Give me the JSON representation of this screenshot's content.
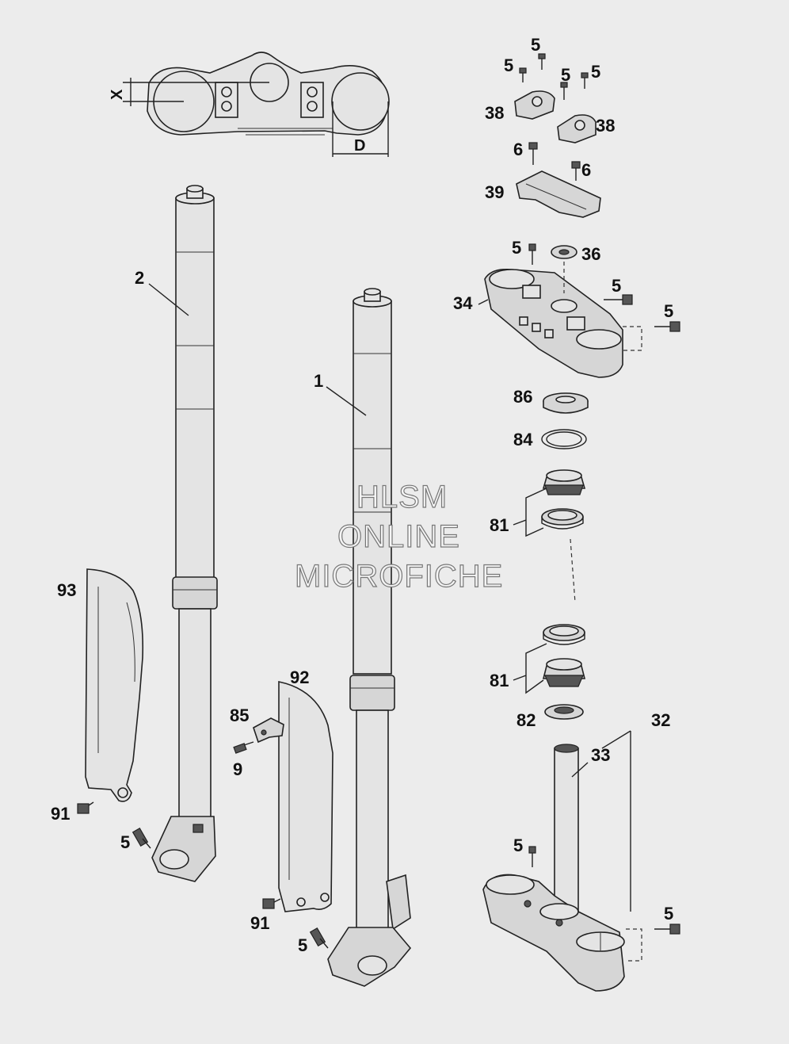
{
  "dimensions": {
    "x_label": "X",
    "d_label": "D"
  },
  "watermark": {
    "line1": "HLSM",
    "line2": "ONLINE",
    "line3": "MICROFICHE"
  },
  "labels": {
    "p1": "1",
    "p2": "2",
    "p5a": "5",
    "p5b": "5",
    "p5c": "5",
    "p5d": "5",
    "p5e": "5",
    "p5f": "5",
    "p5g": "5",
    "p5h": "5",
    "p5i": "5",
    "p5j": "5",
    "p5k": "5",
    "p6a": "6",
    "p6b": "6",
    "p9": "9",
    "p32": "32",
    "p33": "33",
    "p34": "34",
    "p36": "36",
    "p38a": "38",
    "p38b": "38",
    "p39": "39",
    "p81a": "81",
    "p81b": "81",
    "p82": "82",
    "p84": "84",
    "p85": "85",
    "p86": "86",
    "p91a": "91",
    "p91b": "91",
    "p92": "92",
    "p93": "93"
  }
}
